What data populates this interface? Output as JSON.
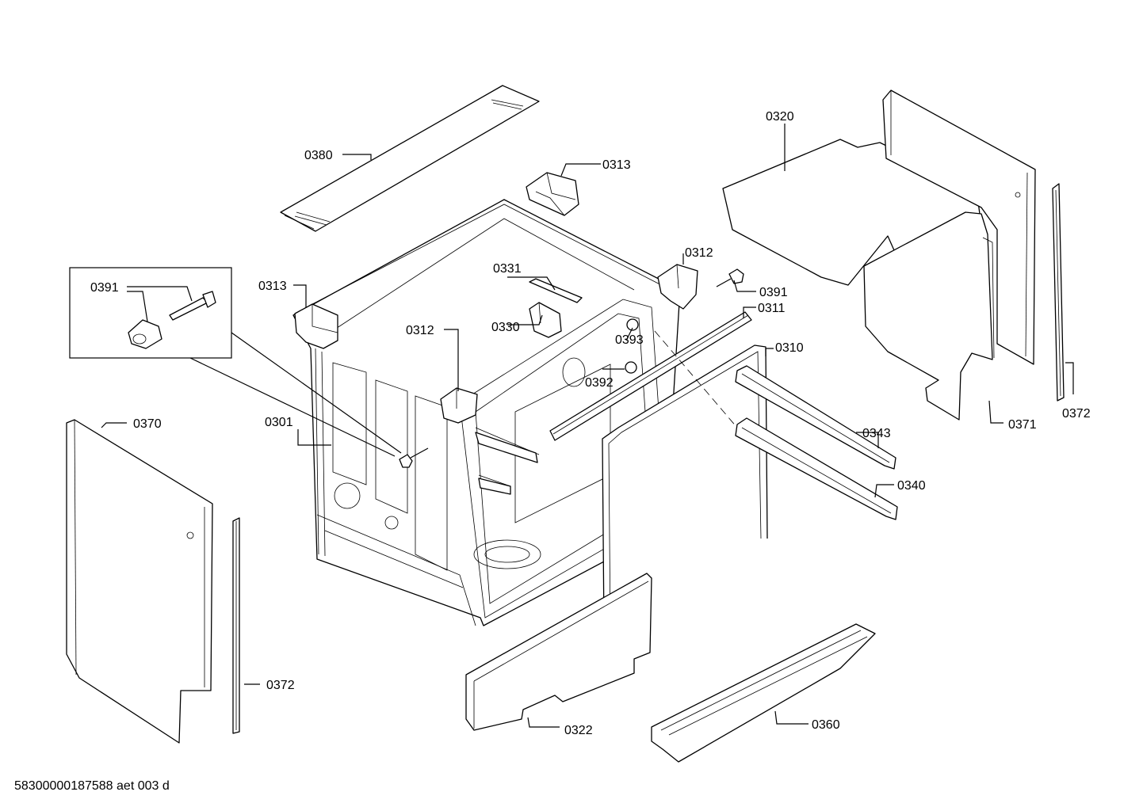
{
  "labels": {
    "p0380": "0380",
    "p0313a": "0313",
    "p0313b": "0313",
    "p0320": "0320",
    "p0391a": "0391",
    "p0391b": "0391",
    "p0331": "0331",
    "p0330": "0330",
    "p0312a": "0312",
    "p0312b": "0312",
    "p0311": "0311",
    "p0393": "0393",
    "p0310": "0310",
    "p0392": "0392",
    "p0301": "0301",
    "p0370": "0370",
    "p0343": "0343",
    "p0340": "0340",
    "p0371": "0371",
    "p0372a": "0372",
    "p0372b": "0372",
    "p0322": "0322",
    "p0360": "0360"
  },
  "footer": {
    "drawing_id": "58300000187588 aet 003 d"
  }
}
